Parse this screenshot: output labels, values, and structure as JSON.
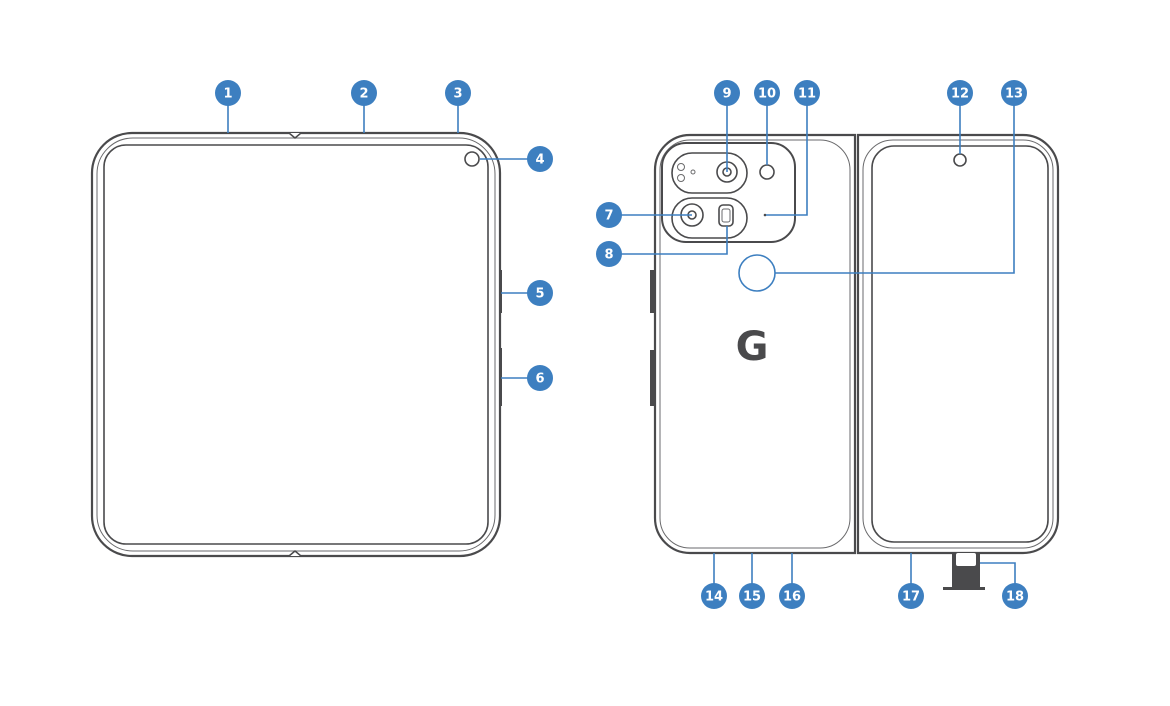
{
  "diagram": {
    "callouts": [
      "1",
      "2",
      "3",
      "4",
      "5",
      "6",
      "7",
      "8",
      "9",
      "10",
      "11",
      "12",
      "13",
      "14",
      "15",
      "16",
      "17",
      "18"
    ],
    "logo_letter": "G",
    "accent_color": "#3d7fc0",
    "outline_color": "#4a4a4c"
  }
}
